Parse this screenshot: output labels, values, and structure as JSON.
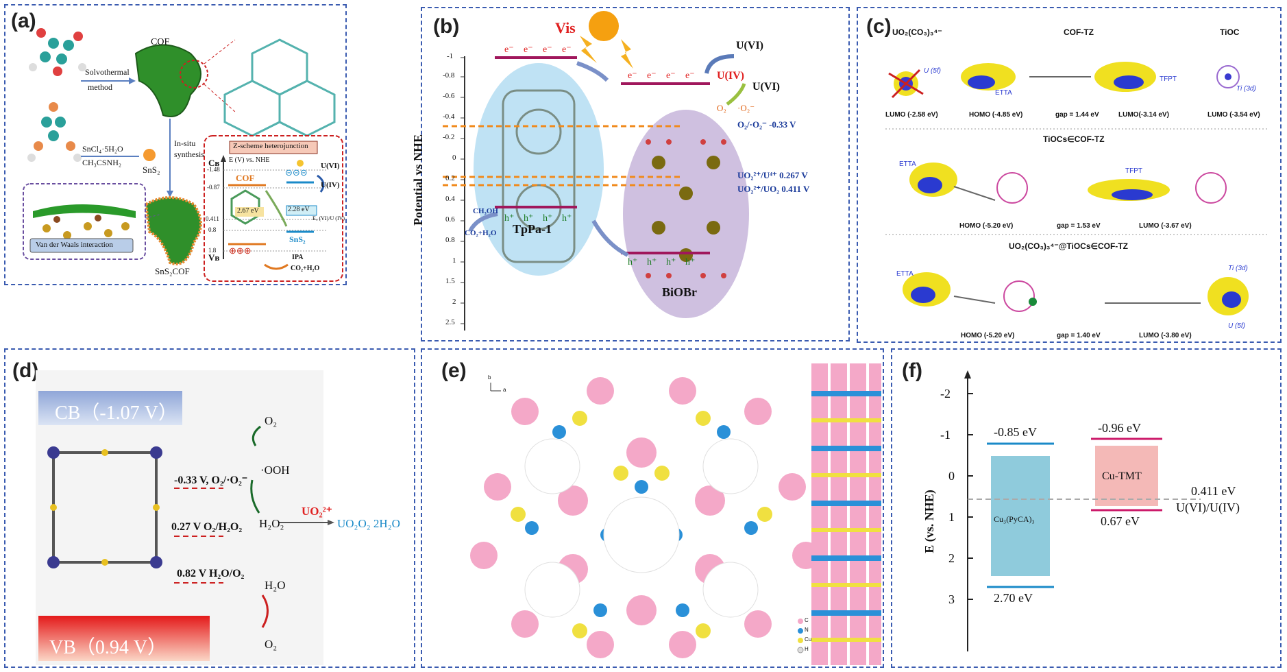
{
  "panels": {
    "a": {
      "label": "(a)",
      "cof": "COF",
      "solvo1": "Solvothermal",
      "solvo2": "method",
      "reagent1": "SnCl₄·5H₂O",
      "reagent2": "CH₃CSNH₂",
      "sns2": "SnS₂",
      "insitu1": "In-situ",
      "insitu2": "synthesis",
      "vdw": "Van der Waals interaction",
      "sns2cof": "SnS₂COF",
      "zscheme": "Z-scheme heterojunction",
      "evsnhe": "E (V) vs. NHE",
      "cb": "Cʙ",
      "vb": "Vʙ",
      "ticks": [
        "-1.48",
        "-0.87",
        "0.411",
        "0.8",
        "1.8"
      ],
      "cof_label": "COF",
      "gap1": "2.67 eV",
      "gap2": "2.28 eV",
      "uvi": "U(VI)",
      "uiv": "U(IV)",
      "eu": "Eᵤ (VI)/U (IV)",
      "sns2b": "SnS₂",
      "ipa": "IPA",
      "co2": "CO₂+H₂O",
      "minus": "⊝⊝⊝",
      "plus": "⊕⊕⊕"
    },
    "b": {
      "label": "(b)",
      "vis": "Vis",
      "ylabel": "Potential vs NHE",
      "yticks": [
        "-1",
        "-0.8",
        "-0.6",
        "-0.4",
        "-0.2",
        "0",
        "0.2",
        "0.4",
        "0.6",
        "0.8",
        "1",
        "1.5",
        "2",
        "2.5"
      ],
      "electron": "e⁻",
      "hole": "h⁺",
      "tppa": "TpPa-1",
      "biobr": "BiOBr",
      "uvi": "U(VI)",
      "uiv": "U(IV)",
      "uvi2": "U(VI)",
      "o2": "O₂",
      "o2rad": "·O₂⁻",
      "line1": "O₂/·O₂⁻  -0.33 V",
      "line2": "UO₂²⁺/U⁴⁺   0.267 V",
      "line3": "UO₂²⁺/UO₂  0.411 V",
      "ch3oh": "CH₃OH",
      "co2": "CO₂+H₂O"
    },
    "c": {
      "label": "(c)",
      "h1": "UO₂(CO₃)₃⁴⁻",
      "h2": "COF-TZ",
      "h3": "TiOC",
      "r1": [
        "LUMO (-2.58 eV)",
        "HOMO (-4.85 eV)",
        "gap = 1.44 eV",
        "LUMO(-3.14 eV)",
        "LUMO (-3.54 eV)"
      ],
      "u5f": "U (5f)",
      "etta": "ETTA",
      "tfpt": "TFPT",
      "ti3d": "Ti (3d)",
      "s2": "TiOCs∈COF-TZ",
      "r2": [
        "HOMO (-5.20 eV)",
        "gap = 1.53 eV",
        "LUMO (-3.67 eV)"
      ],
      "s3": "UO₂(CO₃)₃⁴⁻@TiOCs∈COF-TZ",
      "r3": [
        "HOMO (-5.20 eV)",
        "gap = 1.40 eV",
        "LUMO (-3.80 eV)"
      ]
    },
    "d": {
      "label": "(d)",
      "cb": "CB（-1.07 V）",
      "vb": "VB（0.94 V）",
      "l1": "-0.33 V, O₂/·O₂⁻",
      "l2": "0.27 V O₂/H₂O₂",
      "l3": "0.82 V H₂O/O₂",
      "o2": "O₂",
      "ooh": "·OOH",
      "h2o2": "H₂O₂",
      "uo2": "UO₂²⁺",
      "product": "UO₂O₂ 2H₂O",
      "h2o": "H₂O",
      "o2b": "O₂"
    },
    "e": {
      "label": "(e)",
      "legend": [
        "C",
        "N",
        "Cu",
        "H"
      ],
      "axis_b": "b",
      "axis_a": "a"
    },
    "f": {
      "label": "(f)",
      "ylabel": "E (vs. NHE)",
      "yticks": [
        "-2",
        "-1",
        "0",
        "1",
        "2",
        "3"
      ],
      "b1_top": "-0.85 eV",
      "b1_bottom": "2.70 eV",
      "b1_name": "Cu₃(PyCA)₃",
      "b2_top": "-0.96 eV",
      "b2_bottom": "0.67 eV",
      "b2_name": "Cu-TMT",
      "ref1": "0.411 eV",
      "ref2": "U(VI)/U(IV)"
    }
  },
  "colors": {
    "border": "#3a5bb0",
    "orange_dash": "#f08a1c",
    "magenta_bar": "#a0175c",
    "blue_bar": "#1a8ac8",
    "cyan_box": "#8fcbdc",
    "pink_box": "#f4b9b7"
  }
}
